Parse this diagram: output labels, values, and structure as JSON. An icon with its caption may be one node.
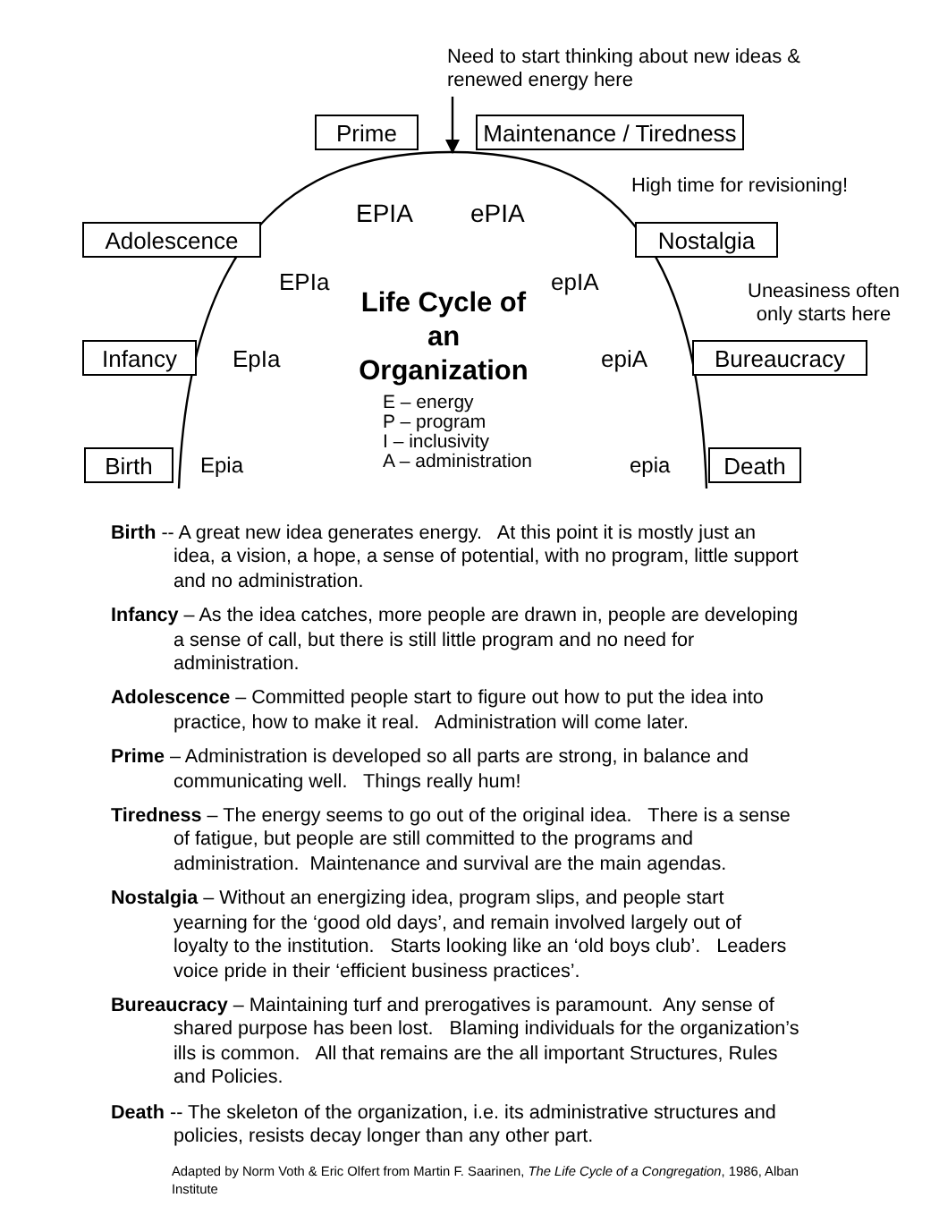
{
  "diagram": {
    "title": "Life Cycle of an Organization",
    "caption": "Adapted by Norm Voth & Eric Olfert from Martin F. Saarinen, *The Life Cycle of a Congregation*, 1986, Alban Institute",
    "nodes": [
      {
        "text": [
          "Need to start thinking about new ideas & renewed energy here"
        ]
      },
      {
        "text": [
          "Prime"
        ]
      },
      {
        "text": [
          "Maintenance / Tiredness"
        ]
      },
      {
        "text": [
          "Adolescence"
        ]
      },
      {
        "text": [
          "Nostalgia"
        ]
      },
      {
        "text": [
          "Infancy"
        ]
      },
      {
        "text": [
          "Bureaucracy"
        ]
      },
      {
        "text": [
          "Birth"
        ]
      },
      {
        "text": [
          "Death"
        ]
      },
      {
        "text": [],
        "shape": "curve"
      }
    ],
    "edges": [
      {
        "from": 0,
        "to": 9,
        "arrow": "to"
      }
    ],
    "labels": [
      "High time for revisioning!",
      "EPIA",
      "ePIA",
      "EPIa",
      "epIA",
      "Uneasiness often only starts here",
      "EpIa",
      "epiA",
      "E – energy",
      "P – program",
      "I – inclusivity",
      "A – administration",
      "Epia",
      "epia",
      "**Birth** -- A great new idea generates energy.   At this point it is mostly just an idea, a vision, a hope, a sense of potential, with no program, little support and no administration.",
      "**Infancy** – As the idea catches, more people are drawn in, people are developing a sense of call, but there is still little program and no need for administration.",
      "**Adolescence** – Committed people start to figure out how to put the idea into practice, how to make it real.   Administration will come later.",
      "**Prime** – Administration is developed so all parts are strong, in balance and communicating well.   Things really hum!",
      "**Tiredness** – The energy seems to go out of the original idea.   There is a sense of fatigue, but people are still committed to the programs and administration.  Maintenance and survival are the main agendas.",
      "**Nostalgia** – Without an energizing idea, program slips, and people start yearning for the ‘good old days’, and remain involved largely out of loyalty to the institution.   Starts looking like an ‘old boys club’.   Leaders voice pride in their ‘efficient business practices’.",
      "**Bureaucracy** – Maintaining turf and prerogatives is paramount.  Any sense of shared purpose has been lost.   Blaming individuals for the organization’s ills is common.   All that remains are the all important Structures, Rules and Policies.",
      "**Death** -- The skeleton of the organization, i.e. its administrative structures and policies, resists decay longer than any other part."
    ]
  }
}
